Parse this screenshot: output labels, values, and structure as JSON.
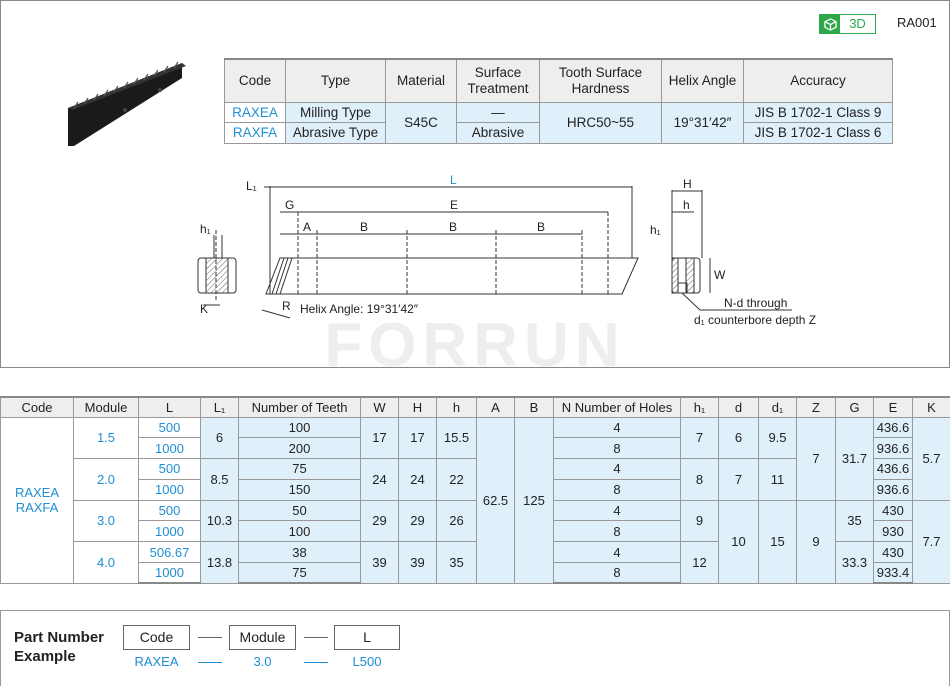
{
  "header": {
    "badge_label": "3D",
    "badge_icon": "cube-icon",
    "product_code": "RA001",
    "accent": "#2ea84a",
    "link_color": "#1e8fd6"
  },
  "spec": {
    "headers": [
      "Code",
      "Type",
      "Material",
      "Surface Treatment",
      "Tooth Surface Hardness",
      "Helix Angle",
      "Accuracy"
    ],
    "rows": [
      {
        "code": "RAXEA",
        "type": "Milling Type",
        "treatment": "—",
        "accuracy": "JIS  B  1702-1  Class 9"
      },
      {
        "code": "RAXFA",
        "type": "Abrasive Type",
        "treatment": "Abrasive",
        "accuracy": "JIS  B  1702-1  Class 6"
      }
    ],
    "material": "S45C",
    "hardness": "HRC50~55",
    "helix": "19°31′42″"
  },
  "drawing": {
    "L1": "L₁",
    "L": "L",
    "G": "G",
    "E": "E",
    "A": "A",
    "B": "B",
    "h1": "h₁",
    "K": "K",
    "R": "R",
    "H": "H",
    "h": "h",
    "W": "W",
    "helix_note": "Helix Angle: 19°31′42″",
    "note1": "N-d through",
    "note2": "d₁ counterbore depth Z",
    "watermark": "FORRUN"
  },
  "main": {
    "headers": [
      "Code",
      "Module",
      "L",
      "L₁",
      "Number of Teeth",
      "W",
      "H",
      "h",
      "A",
      "B",
      "N Number of Holes",
      "h₁",
      "d",
      "d₁",
      "Z",
      "G",
      "E",
      "K"
    ],
    "code1": "RAXEA",
    "code2": "RAXFA",
    "A": "62.5",
    "B": "125",
    "groups": [
      {
        "module": "1.5",
        "L": [
          "500",
          "1000"
        ],
        "L1": "6",
        "teeth": [
          "100",
          "200"
        ],
        "W": "17",
        "H": "17",
        "h": "15.5",
        "holes": [
          "4",
          "8"
        ],
        "h1": "7",
        "d": "6",
        "d1": "9.5",
        "E": [
          "436.6",
          "936.6"
        ]
      },
      {
        "module": "2.0",
        "L": [
          "500",
          "1000"
        ],
        "L1": "8.5",
        "teeth": [
          "75",
          "150"
        ],
        "W": "24",
        "H": "24",
        "h": "22",
        "holes": [
          "4",
          "8"
        ],
        "h1": "8",
        "d": "7",
        "d1": "11",
        "E": [
          "436.6",
          "936.6"
        ]
      },
      {
        "module": "3.0",
        "L": [
          "500",
          "1000"
        ],
        "L1": "10.3",
        "teeth": [
          "50",
          "100"
        ],
        "W": "29",
        "H": "29",
        "h": "26",
        "holes": [
          "4",
          "8"
        ],
        "h1": "9",
        "G": "35",
        "E": [
          "430",
          "930"
        ]
      },
      {
        "module": "4.0",
        "L": [
          "506.67",
          "1000"
        ],
        "L1": "13.8",
        "teeth": [
          "38",
          "75"
        ],
        "W": "39",
        "H": "39",
        "h": "35",
        "holes": [
          "4",
          "8"
        ],
        "h1": "12",
        "G": "33.3",
        "E": [
          "430",
          "933.4"
        ]
      }
    ],
    "d_34": "10",
    "d1_34": "15",
    "Z_12": "7",
    "Z_34": "9",
    "G_12": "31.7",
    "K_12": "5.7",
    "K_34": "7.7"
  },
  "part_number": {
    "title": "Part Number Example",
    "boxes": [
      "Code",
      "Module",
      "L"
    ],
    "values": [
      "RAXEA",
      "3.0",
      "L500"
    ]
  }
}
